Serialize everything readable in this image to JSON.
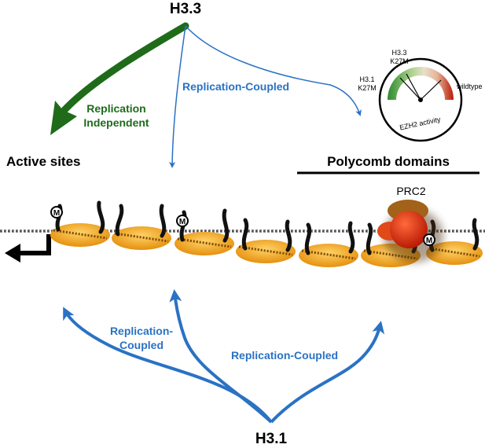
{
  "sources": {
    "h33": "H3.3",
    "h31": "H3.1"
  },
  "targets": {
    "active_sites": "Active sites",
    "polycomb_domains": "Polycomb domains"
  },
  "pathways": {
    "h33_green_line1": "Replication",
    "h33_green_line2": "Independent",
    "h33_blue": "Replication-Coupled",
    "h31_left_line1": "Replication-",
    "h31_left_line2": "Coupled",
    "h31_right": "Replication-Coupled"
  },
  "gauge": {
    "title": "EZH2 activity",
    "label_h33_line1": "H3.3",
    "label_h33_line2": "K27M",
    "label_h31_line1": "H3.1",
    "label_h31_line2": "K27M",
    "label_wildtype": "wildtype"
  },
  "complex": {
    "prc2": "PRC2"
  },
  "marks": {
    "methyl": "M"
  },
  "colors": {
    "green_arrow": "#1f6b1a",
    "blue_arrow": "#2a72c4",
    "nucleosome": "#f2a41c",
    "prc2_red": "#d42a10"
  }
}
